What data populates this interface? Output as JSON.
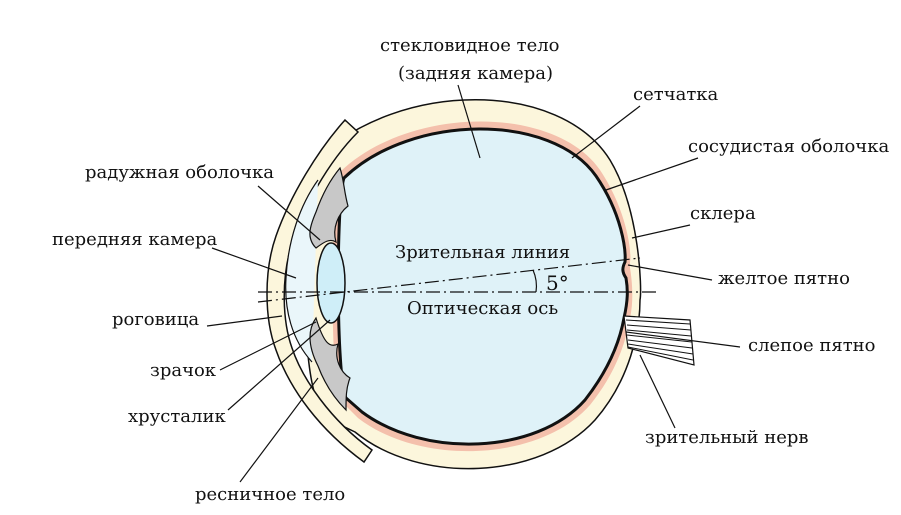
{
  "colors": {
    "vitreous": "#dff2f8",
    "sclera": "#fcf6dc",
    "choroid": "#f4c0ac",
    "iris": "#c8c8c8",
    "cornea": "#fcf6dc",
    "lens": "#cfeef8",
    "nerve": "#ffffff",
    "outline": "#111111"
  },
  "labels": {
    "vitreous_line1": "стекловидное тело",
    "vitreous_line2": "(задняя камера)",
    "retina": "сетчатка",
    "choroid": "сосудистая оболочка",
    "sclera": "склера",
    "macula": "желтое пятно",
    "blind_spot": "слепое пятно",
    "optic_nerve": "зрительный нерв",
    "iris": "радужная оболочка",
    "anterior_chamber": "передняя камера",
    "cornea": "роговица",
    "pupil": "зрачок",
    "lens": "хрусталик",
    "ciliary_body": "ресничное тело",
    "visual_line": "Зрительная линия",
    "optical_axis": "Оптическая ось",
    "angle": "5°"
  }
}
